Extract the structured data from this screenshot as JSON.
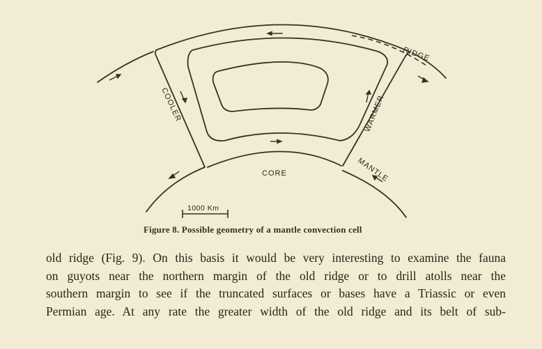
{
  "page": {
    "background_color": "#f1ecd3",
    "ink_color": "#2e2620"
  },
  "figure": {
    "labels": {
      "ridge": "RIDGE",
      "cooler": "COOLER",
      "warmer": "WARMER",
      "core": "CORE",
      "mantle": "MANTLE"
    },
    "scale_bar": {
      "label": "1000 Km"
    },
    "caption": "Figure 8. Possible geometry of a mantle convection cell"
  },
  "body": {
    "lines": [
      "old ridge (Fig. 9). On this basis it would be very interesting to examine the fauna",
      "on guyots near the northern margin of the old ridge or to drill atolls near the",
      "southern margin to see if the truncated surfaces or bases have a Triassic or even",
      "Permian age. At any rate the greater width of the old ridge and its belt of sub-"
    ]
  }
}
